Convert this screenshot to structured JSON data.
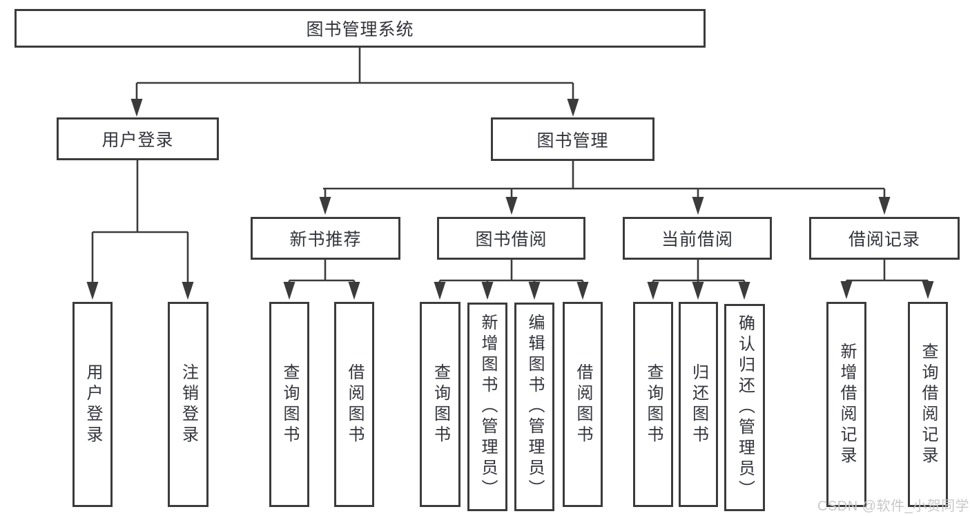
{
  "diagram": {
    "title": "图书管理系统",
    "watermark": "CSDN @软件_小贺同学",
    "colors": {
      "line": "#3b3b3b",
      "text": "#32343a",
      "watermark": "#c8c8c8",
      "background": "#ffffff"
    },
    "tree": {
      "root": {
        "label": "图书管理系统",
        "children": [
          {
            "label": "用户登录",
            "children": [
              {
                "label": "用户登录"
              },
              {
                "label": "注销登录"
              }
            ]
          },
          {
            "label": "图书管理",
            "children": [
              {
                "label": "新书推荐",
                "children": [
                  {
                    "label": "查询图书"
                  },
                  {
                    "label": "借阅图书"
                  }
                ]
              },
              {
                "label": "图书借阅",
                "children": [
                  {
                    "label": "查询图书"
                  },
                  {
                    "label": "新增图书（管理员）"
                  },
                  {
                    "label": "编辑图书（管理员）"
                  },
                  {
                    "label": "借阅图书"
                  }
                ]
              },
              {
                "label": "当前借阅",
                "children": [
                  {
                    "label": "查询图书"
                  },
                  {
                    "label": "归还图书"
                  },
                  {
                    "label": "确认归还（管理员）"
                  }
                ]
              },
              {
                "label": "借阅记录",
                "children": [
                  {
                    "label": "新增借阅记录"
                  },
                  {
                    "label": "查询借阅记录"
                  }
                ]
              }
            ]
          }
        ]
      }
    }
  }
}
